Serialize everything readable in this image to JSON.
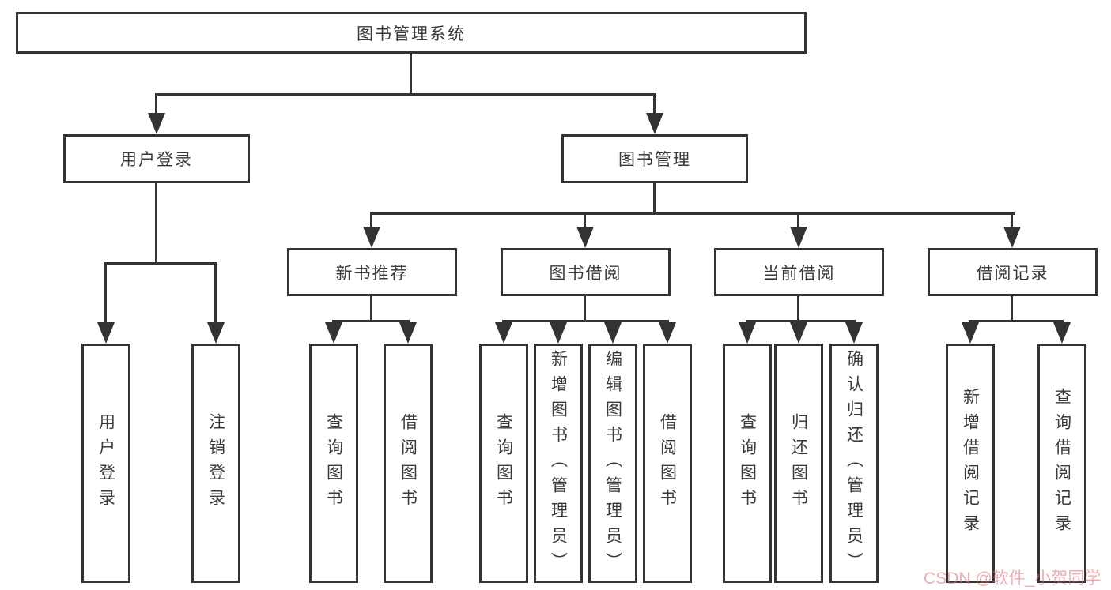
{
  "diagram_title": "图书管理系统",
  "tree": {
    "root": {
      "label": "图书管理系统"
    },
    "branches": [
      {
        "label": "用户登录",
        "children": [
          "用户登录",
          "注销登录"
        ]
      },
      {
        "label": "图书管理"
      }
    ],
    "modules": [
      {
        "label": "新书推荐",
        "children": [
          "查询图书",
          "借阅图书"
        ]
      },
      {
        "label": "图书借阅",
        "children": [
          "查询图书",
          "新增图书（管理员）",
          "编辑图书（管理员）",
          "借阅图书"
        ]
      },
      {
        "label": "当前借阅",
        "children": [
          "查询图书",
          "归还图书",
          "确认归还（管理员）"
        ]
      },
      {
        "label": "借阅记录",
        "children": [
          "新增借阅记录",
          "查询借阅记录"
        ]
      }
    ]
  },
  "watermark": {
    "text": "CSDN @软件_小贺同学",
    "color": "#de6e6e"
  },
  "colors": {
    "line": "#333333",
    "text": "#3a3a3a",
    "box_background": "#ffffff",
    "page_background": "#ffffff"
  }
}
